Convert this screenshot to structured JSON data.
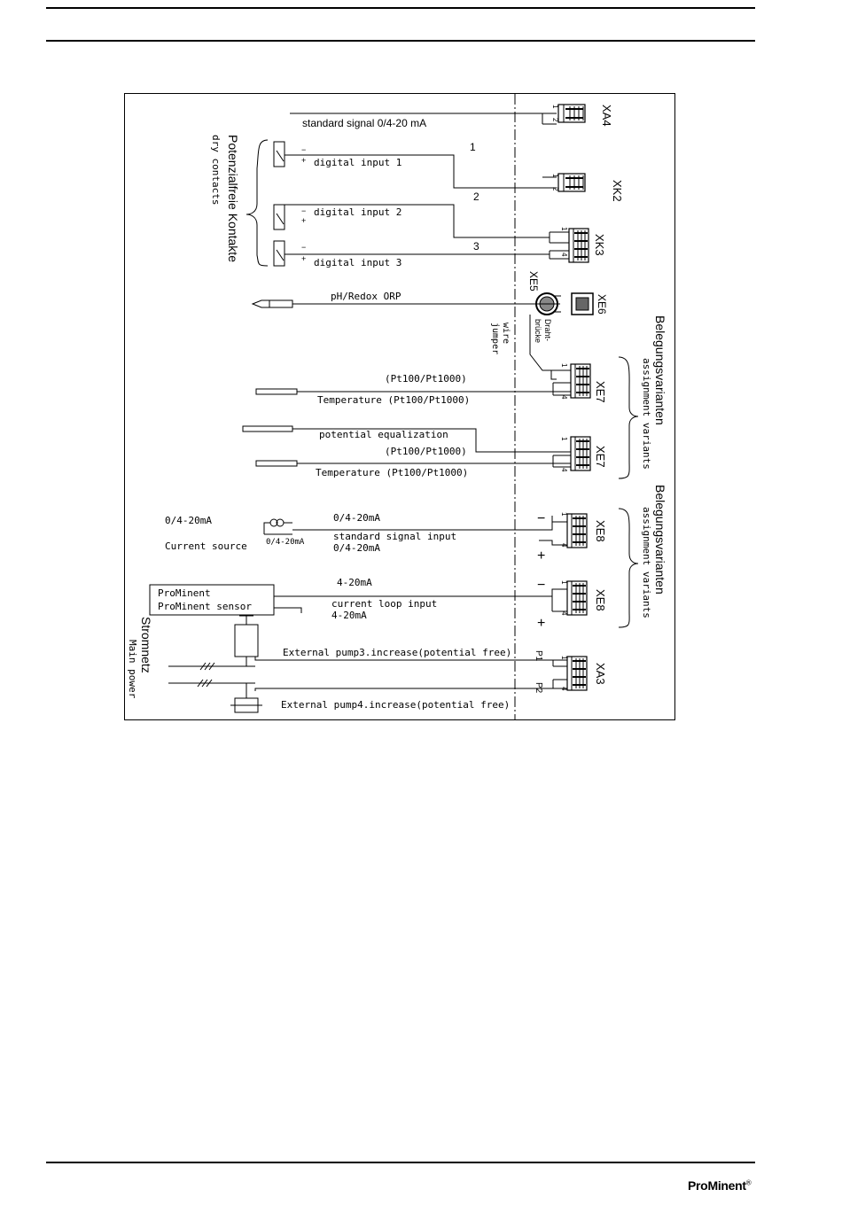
{
  "wiring": {
    "standard_signal": "standard signal 0/4-20 mA",
    "xa4": "XA4",
    "xk2": "XK2",
    "xk3": "XK3",
    "xe5": "XE5",
    "xe6": "XE6",
    "xe7a": "XE7",
    "xe7b": "XE7",
    "xe8a": "XE8",
    "xe8b": "XE8",
    "xa3": "XA3",
    "potenzialfreie": "Potenzialfreie Kontakte",
    "dry_contacts": "dry contacts",
    "digital_input_1": "digital input 1",
    "digital_input_2": "digital input 2",
    "digital_input_3": "digital input 3",
    "wire_1": "1",
    "wire_2": "2",
    "wire_3": "3",
    "ph_redox": "pH/Redox ORP",
    "drahtbrucke_1": "Draht-",
    "drahtbrucke_2": "brücke",
    "wire_jumper_1": "wire",
    "wire_jumper_2": "jumper",
    "pt100_a": "(Pt100/Pt1000)",
    "temperature_a": "Temperature (Pt100/Pt1000)",
    "potential_equalization": "potential equalization",
    "pt100_b": "(Pt100/Pt1000)",
    "temperature_b": "Temperature (Pt100/Pt1000)",
    "belegung_1": "Belegungsvarianten",
    "assignment_1": "assignment variants",
    "belegung_2": "Belegungsvarianten",
    "assignment_2": "assignment variants",
    "ma_left": "0/4-20mA",
    "current_source": "Current source",
    "ma_small": "0/4-20mA",
    "ma_top": "0/4-20mA",
    "standard_signal_input": "standard signal input",
    "ma_bottom": "0/4-20mA",
    "prominent_1": "ProMinent",
    "prominent_2": "ProMinent sensor",
    "loop_ma_top": "4-20mA",
    "current_loop_input": "current loop input",
    "loop_ma_bottom": "4-20mA",
    "stromnetz": "Stromnetz",
    "main_power": "Main power",
    "pump3": "External pump3.increase(potential free)",
    "pump4": "External pump4.increase(potential free)",
    "p1": "P1",
    "p2": "P2",
    "pin_1": "1",
    "pin_2": "2",
    "pin_4": "4",
    "minus": "−",
    "plus": "+"
  },
  "footer": {
    "logo_pro": "Pro",
    "logo_minent": "Minent",
    "logo_reg": "®"
  }
}
